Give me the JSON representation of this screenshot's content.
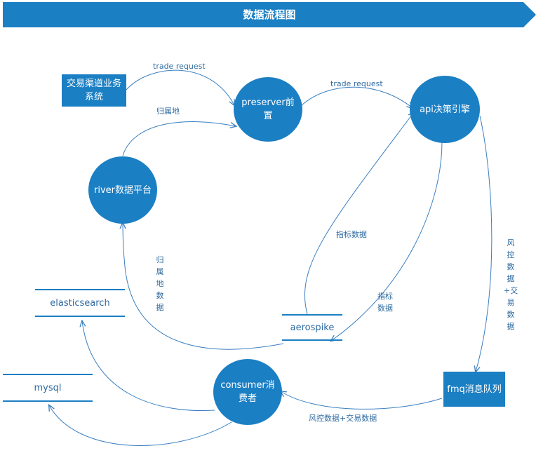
{
  "title": "数据流程图",
  "nodes": {
    "trading_system": "交易渠道业务系统",
    "preserver": "preserver前置",
    "api_engine": "api决策引擎",
    "river": "river数据平台",
    "fmq": "fmq消息队列",
    "consumer": "consumer消费者"
  },
  "stores": {
    "elasticsearch": "elasticsearch",
    "mysql": "mysql",
    "aerospike": "aerospike"
  },
  "edges": {
    "trade_request_1": "trade request",
    "trade_request_2": "trade request",
    "home_location": "归属地",
    "home_location_data": "归属地数据",
    "indicator_data_up": "指标数据",
    "indicator_data_down": "指标数据",
    "risk_trade_vertical": "风控数据+交易数据",
    "risk_trade_horizontal": "风控数据+交易数据"
  },
  "colors": {
    "primary": "#1b7fc4",
    "line": "#3a7fc0",
    "label": "#2d6aa0"
  }
}
